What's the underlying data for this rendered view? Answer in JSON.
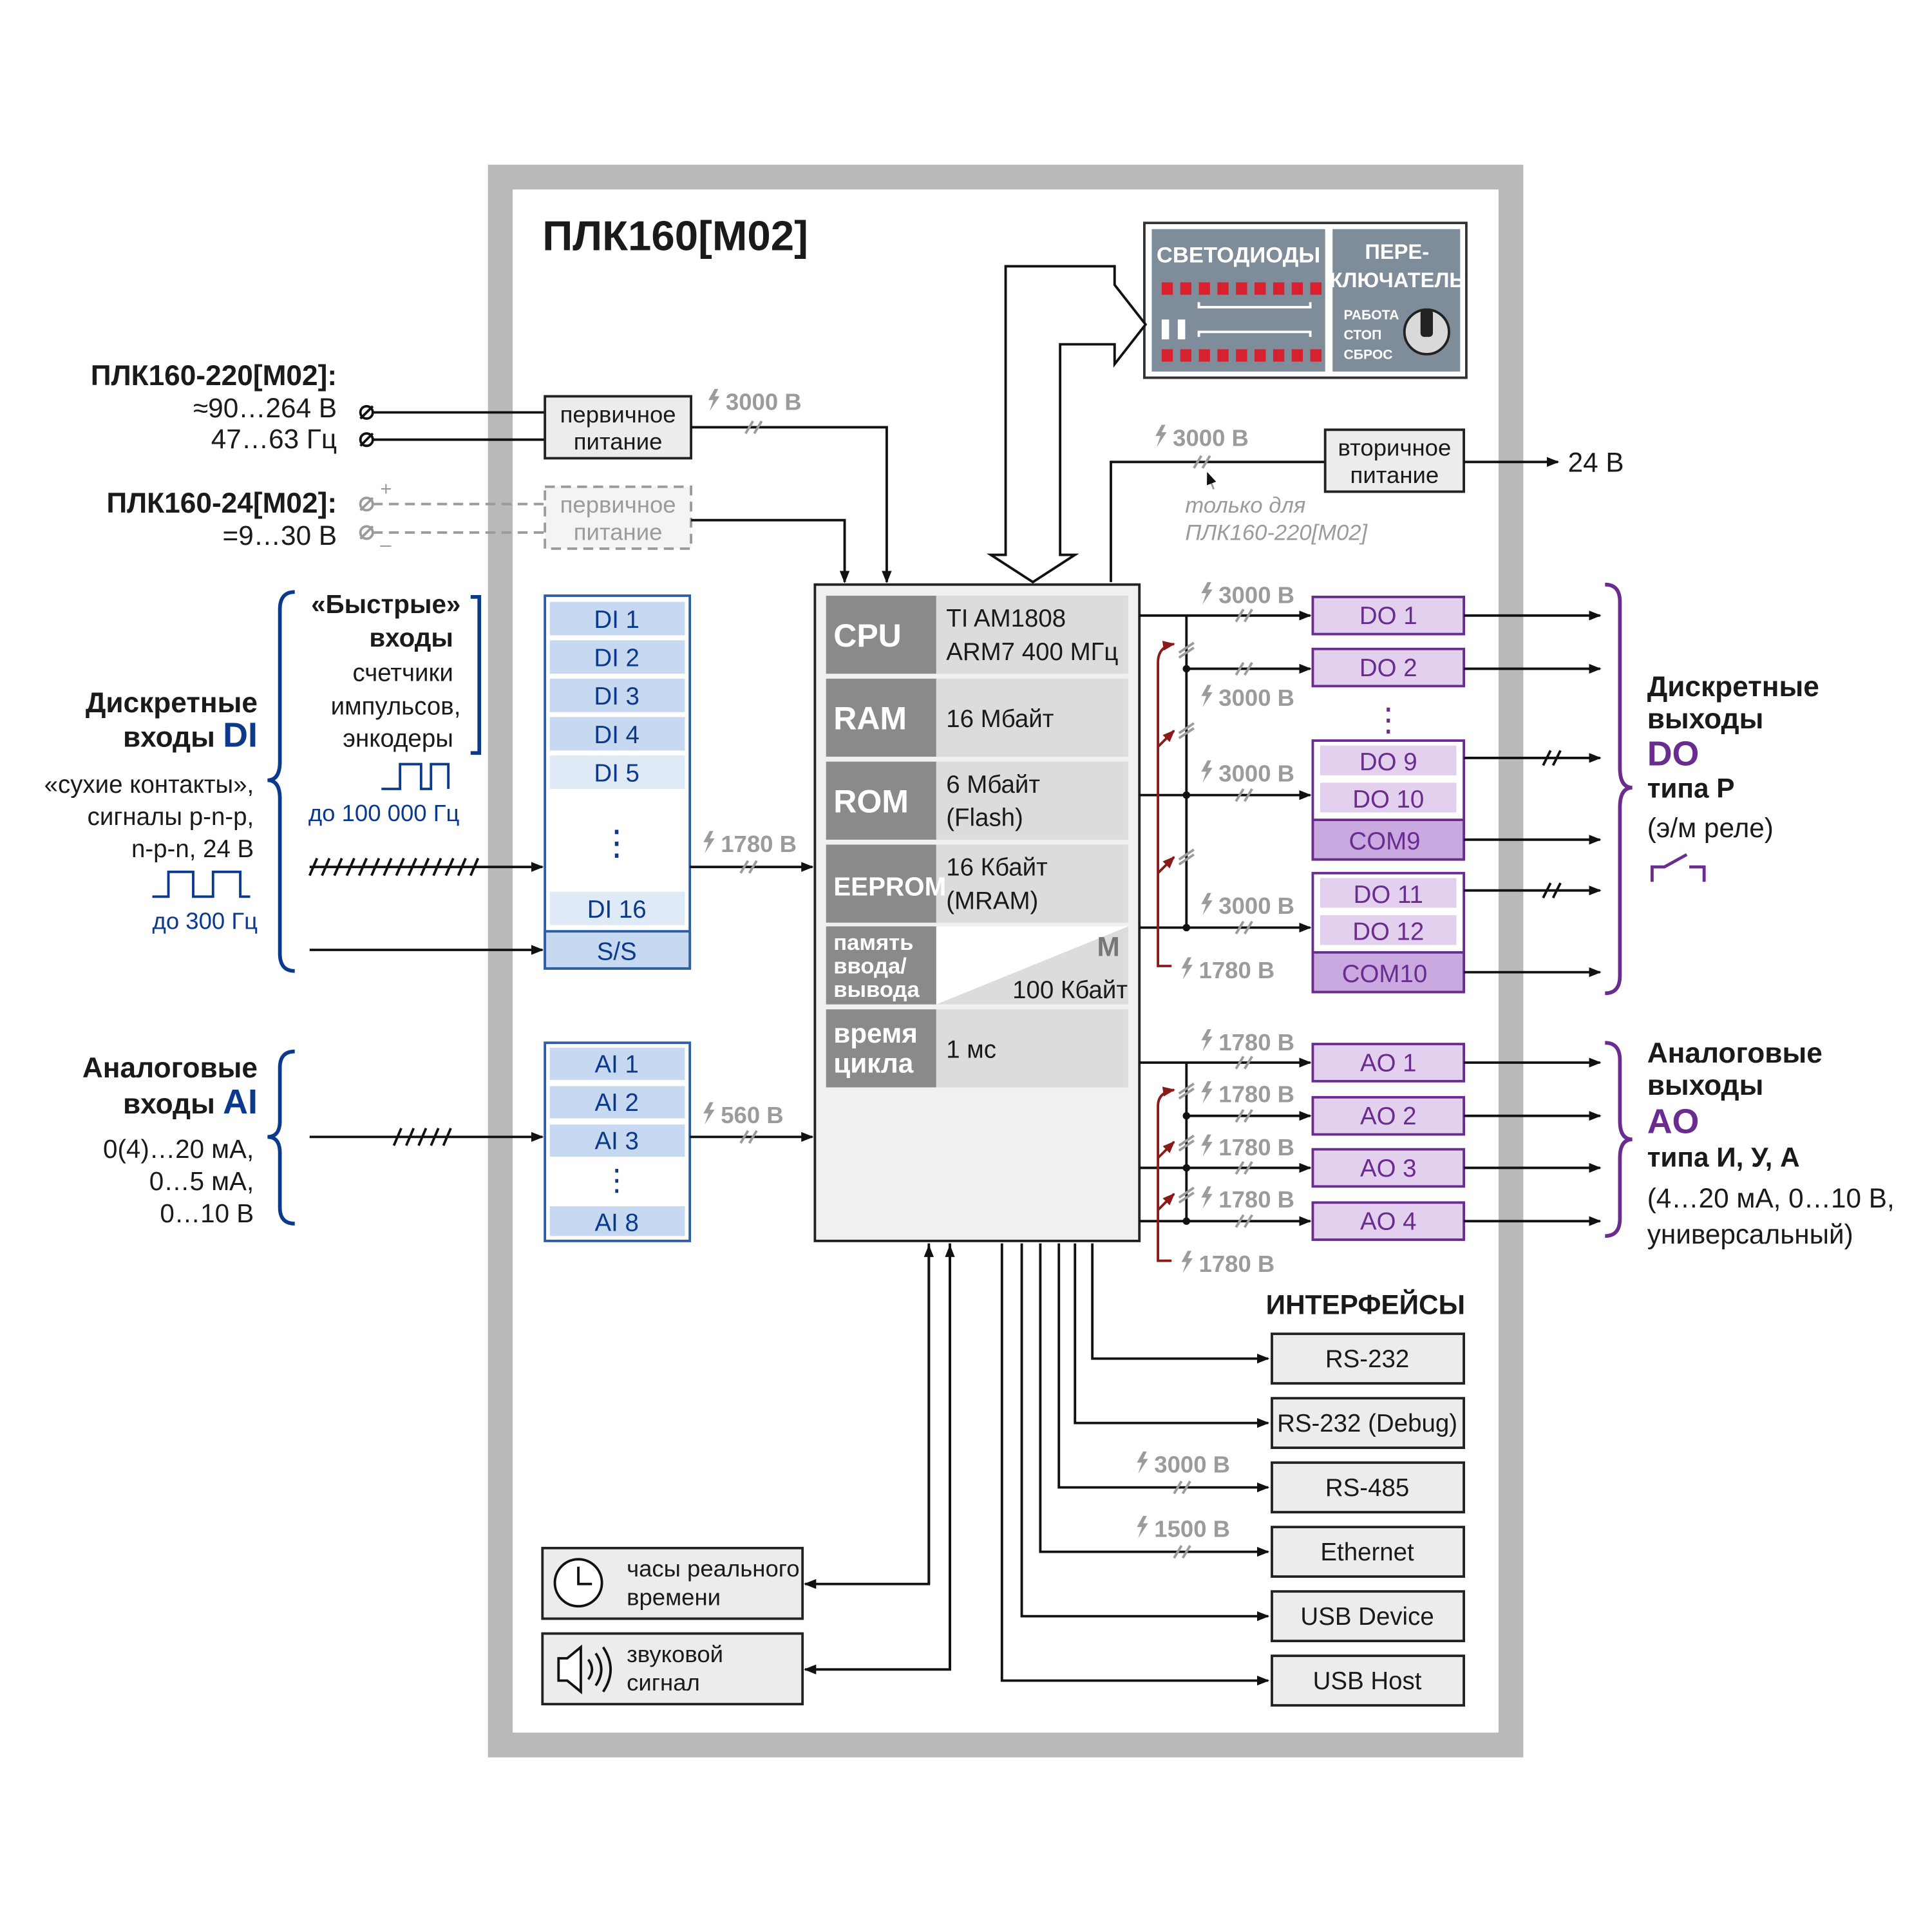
{
  "title": "ПЛК160[М02]",
  "power": {
    "v220_label": "ПЛК160-220[М02]:",
    "v220_line1": "≈90…264 В",
    "v220_line2": "47…63 Гц",
    "v24_label": "ПЛК160-24[М02]:",
    "v24_line1": "=9…30 В",
    "plus": "+",
    "minus": "–",
    "primary_line1": "первичное",
    "primary_line2": "питание",
    "secondary_line1": "вторичное",
    "secondary_line2": "питание",
    "output_24v": "24 В",
    "only_note_line1": "только для",
    "only_note_line2": "ПЛК160-220[М02]"
  },
  "isolation": {
    "v3000": "3000 В",
    "v1780": "1780 В",
    "v560": "560 В",
    "v1500": "1500 В"
  },
  "panel": {
    "leds_label": "СВЕТОДИОДЫ",
    "switch_label_1": "ПЕРЕ-",
    "switch_label_2": "КЛЮЧАТЕЛЬ",
    "mode_run": "РАБОТА",
    "mode_stop": "СТОП",
    "mode_reset": "СБРОС"
  },
  "di": {
    "heading_line1": "Дискретные",
    "heading_line2a": "входы ",
    "heading_line2b": "DI",
    "desc_line1": "«сухие контакты»,",
    "desc_line2": "сигналы p-n-p,",
    "desc_line3": "n-p-n, 24 В",
    "freq_slow": "до 300 Гц",
    "fast_line1": "«Быстрые»",
    "fast_line2": "входы",
    "fast_line3": "счетчики",
    "fast_line4": "импульсов,",
    "fast_line5": "энкодеры",
    "freq_fast": "до 100 000 Гц",
    "channels": [
      "DI 1",
      "DI 2",
      "DI 3",
      "DI 4",
      "DI 5"
    ],
    "dots": "⋮",
    "last": "DI 16",
    "common": "S/S"
  },
  "ai": {
    "heading_line1": "Аналоговые",
    "heading_line2a": "входы ",
    "heading_line2b": "AI",
    "desc_line1": "0(4)…20 мА,",
    "desc_line2": "0…5 мА,",
    "desc_line3": "0…10 В",
    "channels": [
      "AI 1",
      "AI 2",
      "AI 3"
    ],
    "dots": "⋮",
    "last": "AI 8"
  },
  "cpu_block": {
    "rows": [
      {
        "label": "CPU",
        "value_line1": "TI AM1808",
        "value_line2": "ARM7  400 МГц"
      },
      {
        "label": "RAM",
        "value_line1": "16 Мбайт",
        "value_line2": ""
      },
      {
        "label": "ROM",
        "value_line1": "6 Мбайт",
        "value_line2": "(Flash)"
      },
      {
        "label": "EEPROM",
        "value_line1": "16 Кбайт",
        "value_line2": "(MRAM)"
      }
    ],
    "io_mem_line1": "память",
    "io_mem_line2": "ввода/",
    "io_mem_line3": "вывода",
    "io_mem_tag": "M",
    "io_mem_value": "100 Кбайт",
    "cycle_line1": "время",
    "cycle_line2": "цикла",
    "cycle_value": "1 мс"
  },
  "do": {
    "heading_line1": "Дискретные",
    "heading_line2": "выходы",
    "heading_line3": "DO",
    "heading_line4": "типа Р",
    "heading_line5": "(э/м реле)",
    "ch1": "DO 1",
    "ch2": "DO 2",
    "dots": "⋮",
    "ch9": "DO 9",
    "ch10": "DO 10",
    "com9": "COM9",
    "ch11": "DO 11",
    "ch12": "DO 12",
    "com10": "COM10"
  },
  "ao": {
    "heading_line1": "Аналоговые",
    "heading_line2": "выходы",
    "heading_line3": "AO",
    "heading_line4": "типа И, У, А",
    "heading_line5": "(4…20 мА, 0…10 В,",
    "heading_line6": "универсальный)",
    "channels": [
      "AO 1",
      "AO 2",
      "AO 3",
      "AO 4"
    ]
  },
  "interfaces": {
    "heading": "ИНТЕРФЕЙСЫ",
    "items": [
      "RS-232",
      "RS-232 (Debug)",
      "RS-485",
      "Ethernet",
      "USB Device",
      "USB Host"
    ]
  },
  "peripherals": {
    "clock_line1": "часы реального",
    "clock_line2": "времени",
    "sound_line1": "звуковой",
    "sound_line2": "сигнал"
  },
  "colors": {
    "frame": "#b9b9b9",
    "di_blue": "#c7d9f1",
    "di_border": "#2f5ea8",
    "do_purple": "#e2d0ee",
    "do_border": "#6a2c8e",
    "com_purple": "#c9a9e0",
    "panel_grey": "#7f8c99",
    "led_red": "#d8202f",
    "cpu_label": "#8a8a8a",
    "cpu_value": "#dcdcdc",
    "isolation_grey": "#9b9b9b",
    "return_red": "#8b1a1a"
  }
}
